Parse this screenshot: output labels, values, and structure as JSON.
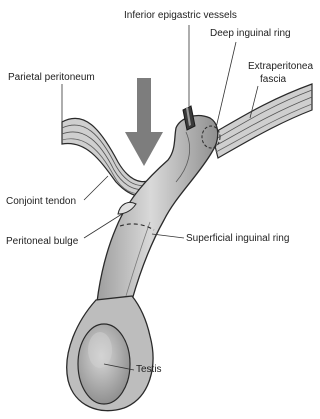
{
  "labels": {
    "inferior_epigastric_vessels": "Inferior epigastric vessels",
    "deep_inguinal_ring": "Deep inguinal ring",
    "parietal_peritoneum": "Parietal peritoneum",
    "extraperitoneal_fascia_line1": "Extraperitonea",
    "extraperitoneal_fascia_line2": "fascia",
    "conjoint_tendon": "Conjoint tendon",
    "peritoneal_bulge": "Peritoneal bulge",
    "superficial_inguinal_ring": "Superficial inguinal ring",
    "testis": "Testis"
  },
  "colors": {
    "outline": "#2a2a2a",
    "fill_mid": "#cfcfcf",
    "fill_light": "#e6e6e6",
    "fill_dark": "#a8a8a8",
    "arrow": "#7d7d7d"
  },
  "icons": {
    "downward_arrow": "down-arrow-icon"
  }
}
